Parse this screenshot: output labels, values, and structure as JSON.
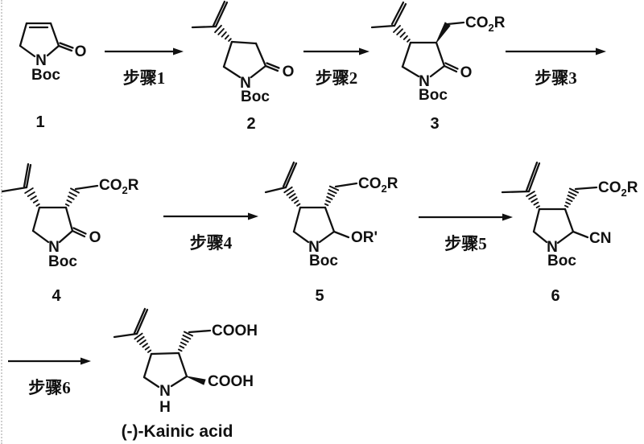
{
  "colors": {
    "ink": "#111111",
    "background": "#ffffff"
  },
  "steps": [
    {
      "label": "步骤1"
    },
    {
      "label": "步骤2"
    },
    {
      "label": "步骤3"
    },
    {
      "label": "步骤4"
    },
    {
      "label": "步骤5"
    },
    {
      "label": "步骤6"
    }
  ],
  "compounds": [
    {
      "number": "1",
      "N": "N",
      "Boc": "Boc",
      "O": "O"
    },
    {
      "number": "2",
      "N": "N",
      "Boc": "Boc",
      "O": "O"
    },
    {
      "number": "3",
      "N": "N",
      "Boc": "Boc",
      "O": "O",
      "esterPre": "CO",
      "esterSub": "2",
      "esterPost": "R"
    },
    {
      "number": "4",
      "N": "N",
      "Boc": "Boc",
      "O": "O",
      "esterPre": "CO",
      "esterSub": "2",
      "esterPost": "R"
    },
    {
      "number": "5",
      "N": "N",
      "Boc": "Boc",
      "esterPre": "CO",
      "esterSub": "2",
      "esterPost": "R",
      "ORprime": "OR'"
    },
    {
      "number": "6",
      "N": "N",
      "Boc": "Boc",
      "esterPre": "CO",
      "esterSub": "2",
      "esterPost": "R",
      "CN": "CN"
    },
    {
      "name": "(-)-Kainic acid",
      "N": "N",
      "H": "H",
      "acid1": "COOH",
      "acid2": "COOH"
    }
  ]
}
